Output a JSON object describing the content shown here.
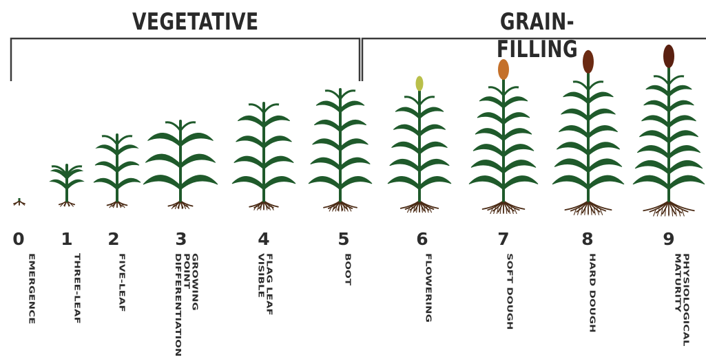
{
  "phases": [
    {
      "label": "VEGETATIVE"
    },
    {
      "label": "GRAIN-FILLING"
    }
  ],
  "stages": [
    {
      "number": "0",
      "name": "EMERGENCE"
    },
    {
      "number": "1",
      "name": "THREE-LEAF"
    },
    {
      "number": "2",
      "name": "FIVE-LEAF"
    },
    {
      "number": "3",
      "name": "GROWING POINT\nDIFFERENTIATION"
    },
    {
      "number": "4",
      "name": "FLAG LEAF VISIBLE"
    },
    {
      "number": "5",
      "name": "BOOT"
    },
    {
      "number": "6",
      "name": "FLOWERING"
    },
    {
      "number": "7",
      "name": "SOFT DOUGH"
    },
    {
      "number": "8",
      "name": "HARD DOUGH"
    },
    {
      "number": "9",
      "name": "PHYSIOLOGICAL\nMATURITY"
    }
  ],
  "colors": {
    "leaf": "#1f5a2b",
    "root": "#4a2a14",
    "bracket": "#3a3a3a",
    "head_flowering": "#b9bf4a",
    "head_soft_dough": "#c4702a",
    "head_hard_dough": "#6b2a12",
    "head_maturity": "#5a2010"
  }
}
